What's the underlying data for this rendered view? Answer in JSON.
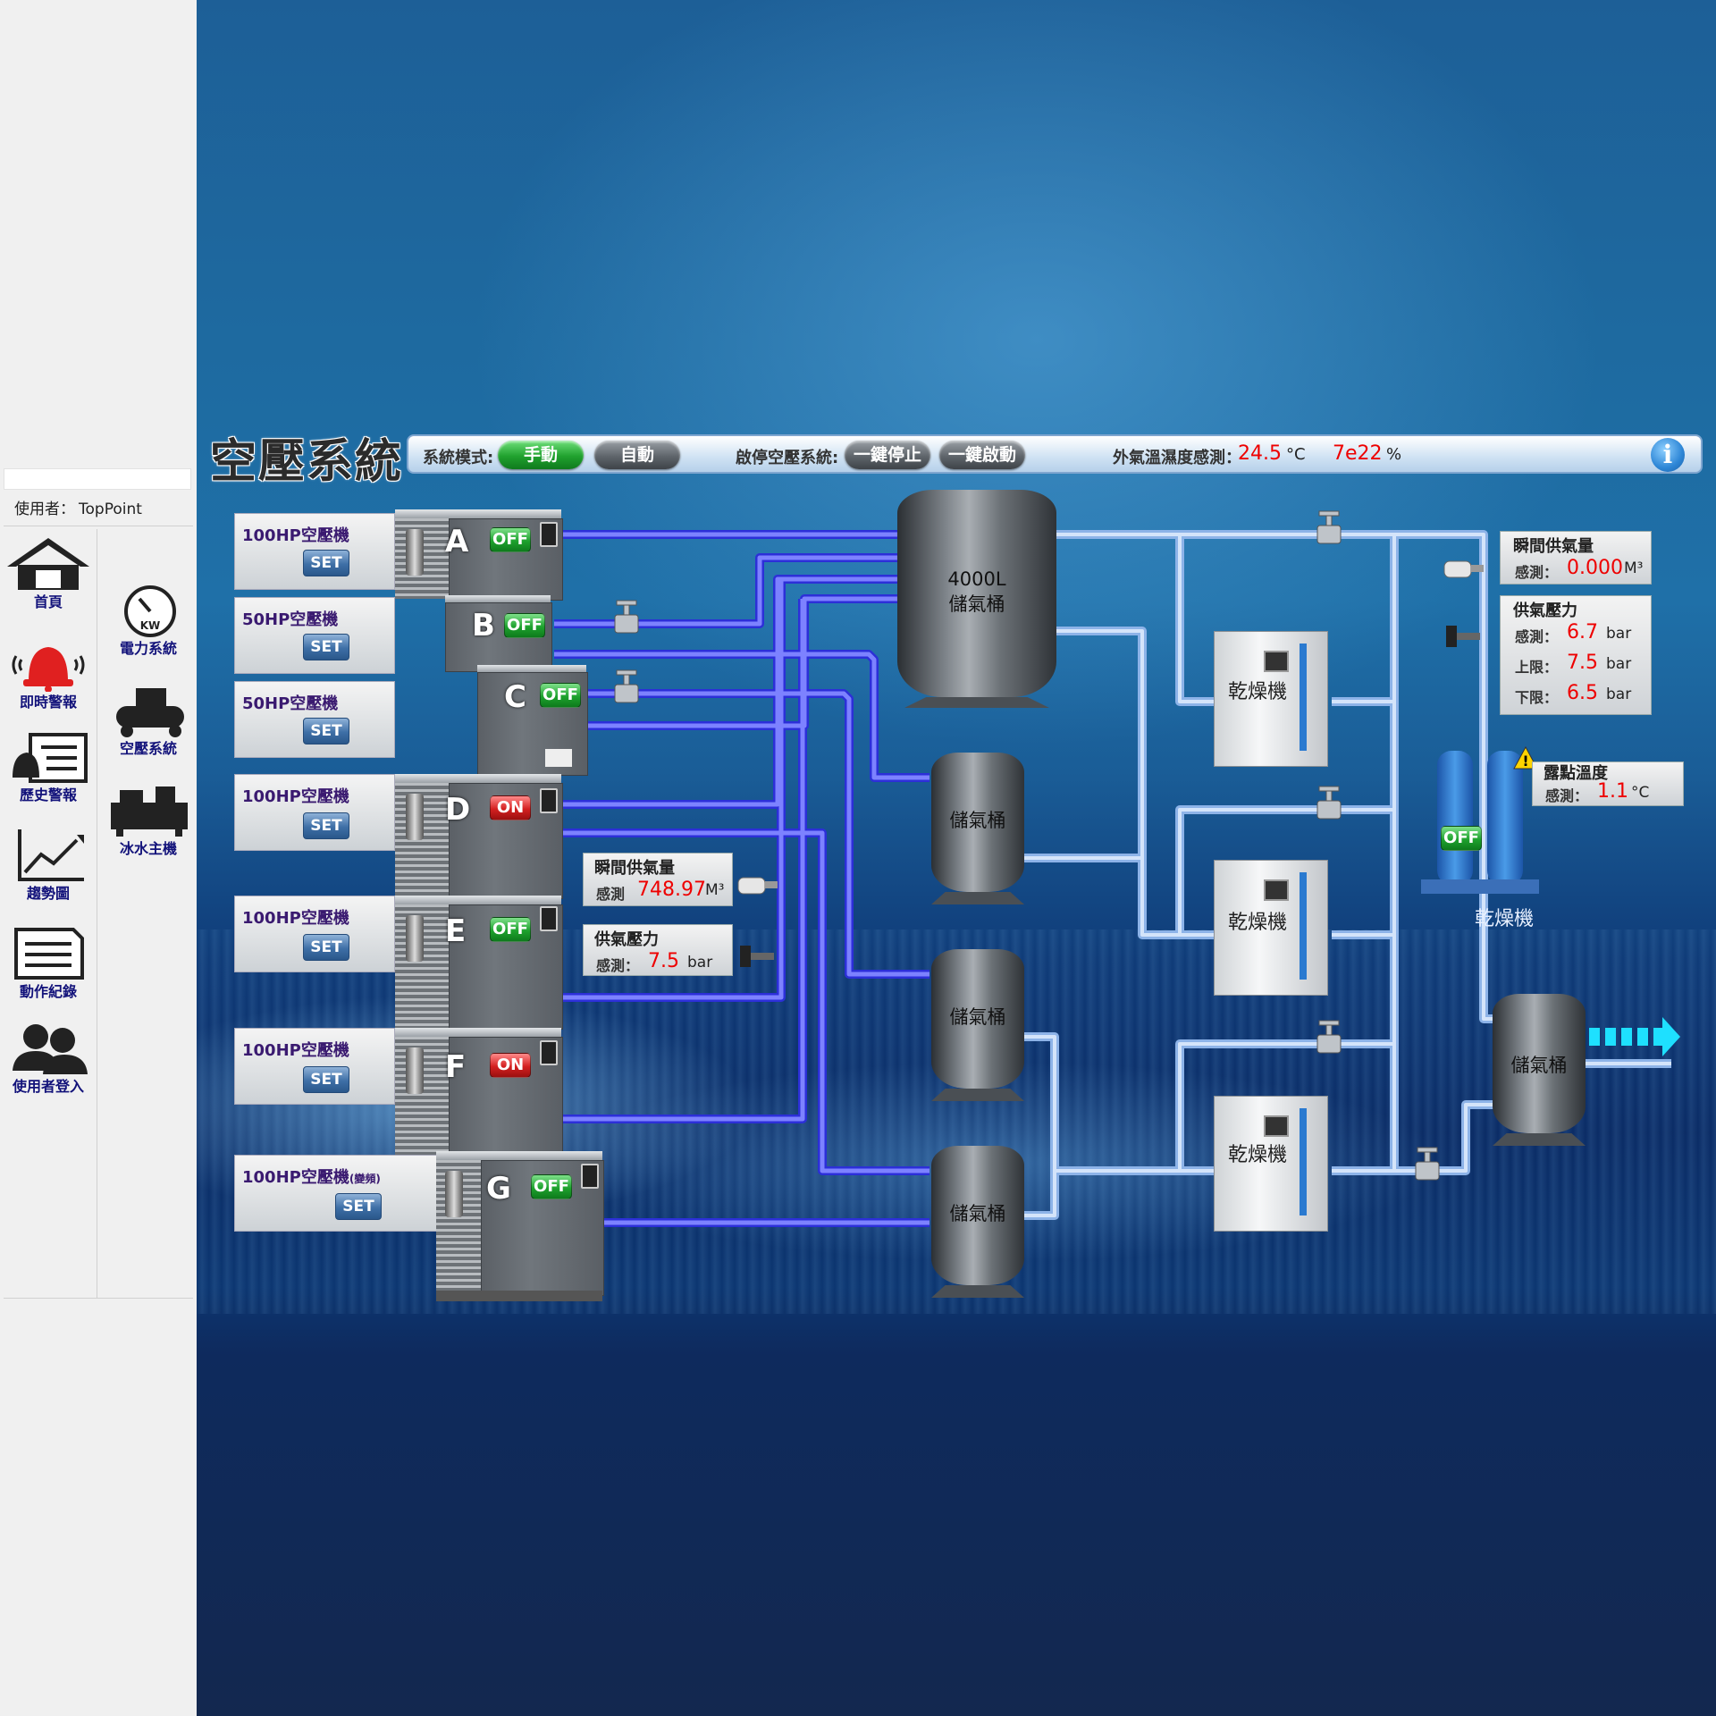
{
  "sidebar": {
    "user_label": "使用者：",
    "user_name": "TopPoint",
    "nav_left": [
      {
        "label": "首頁",
        "icon": "home-icon"
      },
      {
        "label": "即時警報",
        "icon": "alarm-bell-icon"
      },
      {
        "label": "歷史警報",
        "icon": "history-alarm-icon"
      },
      {
        "label": "趨勢圖",
        "icon": "trend-chart-icon"
      },
      {
        "label": "動作紀錄",
        "icon": "action-log-icon"
      },
      {
        "label": "使用者登入",
        "icon": "user-login-icon"
      }
    ],
    "nav_right": [
      {
        "label": "電力系統",
        "icon": "power-meter-icon"
      },
      {
        "label": "空壓系統",
        "icon": "air-compressor-icon"
      },
      {
        "label": "冰水主機",
        "icon": "chiller-icon"
      }
    ]
  },
  "header": {
    "title": "空壓系統",
    "mode_label": "系統模式:",
    "mode_manual": "手動",
    "mode_auto": "自動",
    "startstop_label": "啟停空壓系統:",
    "stop_all": "一鍵停止",
    "start_all": "一鍵啟動",
    "outdoor_label": "外氣溫濕度感測：",
    "outdoor_temp": "24.5",
    "temp_unit": "°C",
    "outdoor_humidity": "7e22",
    "humidity_unit": "%",
    "info_icon": "i"
  },
  "compressors": [
    {
      "id": "A",
      "name": "100HP空壓機",
      "status": "OFF",
      "set": "SET"
    },
    {
      "id": "B",
      "name": "50HP空壓機",
      "status": "OFF",
      "set": "SET"
    },
    {
      "id": "C",
      "name": "50HP空壓機",
      "status": "OFF",
      "set": "SET"
    },
    {
      "id": "D",
      "name": "100HP空壓機",
      "status": "ON",
      "set": "SET"
    },
    {
      "id": "E",
      "name": "100HP空壓機",
      "status": "OFF",
      "set": "SET"
    },
    {
      "id": "F",
      "name": "100HP空壓機",
      "status": "ON",
      "set": "SET"
    },
    {
      "id": "G",
      "name": "100HP空壓機",
      "name_suffix": "(變頻)",
      "status": "OFF",
      "set": "SET"
    }
  ],
  "mid_sensors": {
    "flow_title": "瞬間供氣量",
    "flow_key": "感測",
    "flow_value": "748.97",
    "flow_unit": "M³",
    "pressure_title": "供氣壓力",
    "pressure_key": "感測：",
    "pressure_value": "7.5",
    "pressure_unit": "bar"
  },
  "tanks": {
    "main_capacity": "4000L",
    "main_label": "儲氣桶",
    "small_label": "儲氣桶"
  },
  "dryers": {
    "label": "乾燥機",
    "adsorption_status": "OFF",
    "adsorption_label": "乾燥機"
  },
  "right_sensors": {
    "flow_title": "瞬間供氣量",
    "flow_key": "感測：",
    "flow_value": "0.000",
    "flow_unit": "M³",
    "pressure_title": "供氣壓力",
    "pressure_key": "感測：",
    "pressure_value": "6.7",
    "upper_key": "上限：",
    "upper_value": "7.5",
    "lower_key": "下限：",
    "lower_value": "6.5",
    "pressure_unit": "bar",
    "dew_title": "露點溫度",
    "dew_key": "感測：",
    "dew_value": "1.1",
    "dew_unit": "°C"
  },
  "colors": {
    "pipe_purple": "#4d52ff",
    "pipe_lightblue": "#a9c9f2",
    "alarm_red": "#e00000",
    "status_green": "#1ea22e",
    "status_red": "#d42020",
    "nav_text": "#12127a"
  }
}
